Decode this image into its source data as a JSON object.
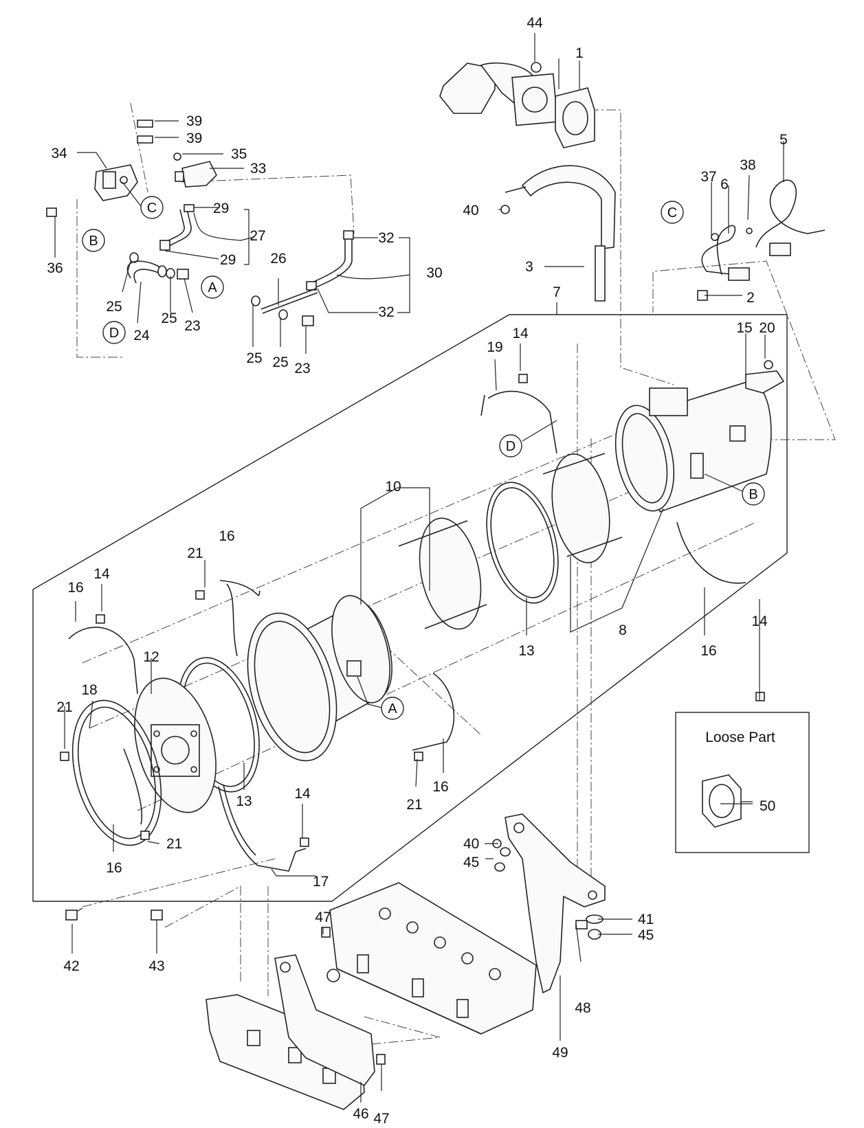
{
  "diagram": {
    "loose_part_title": "Loose Part",
    "callouts": {
      "A": "A",
      "B": "B",
      "C": "C",
      "D": "D"
    },
    "labels": {
      "p1": "1",
      "p2": "2",
      "p3": "3",
      "p5": "5",
      "p6": "6",
      "p7": "7",
      "p8": "8",
      "p10": "10",
      "p12": "12",
      "p13a": "13",
      "p13b": "13",
      "p14a": "14",
      "p14b": "14",
      "p14c": "14",
      "p14d": "14",
      "p15": "15",
      "p16a": "16",
      "p16b": "16",
      "p16c": "16",
      "p16d": "16",
      "p16e": "16",
      "p17": "17",
      "p18": "18",
      "p19": "19",
      "p20": "20",
      "p21a": "21",
      "p21b": "21",
      "p21c": "21",
      "p21d": "21",
      "p23a": "23",
      "p23b": "23",
      "p24": "24",
      "p25a": "25",
      "p25b": "25",
      "p25c": "25",
      "p25d": "25",
      "p26": "26",
      "p27": "27",
      "p29a": "29",
      "p29b": "29",
      "p30": "30",
      "p32a": "32",
      "p32b": "32",
      "p33": "33",
      "p34": "34",
      "p35": "35",
      "p36": "36",
      "p37": "37",
      "p38": "38",
      "p39a": "39",
      "p39b": "39",
      "p40a": "40",
      "p40b": "40",
      "p41": "41",
      "p42": "42",
      "p43": "43",
      "p44": "44",
      "p45a": "45",
      "p45b": "45",
      "p46": "46",
      "p47a": "47",
      "p47b": "47",
      "p48": "48",
      "p49": "49",
      "p50": "50"
    }
  }
}
